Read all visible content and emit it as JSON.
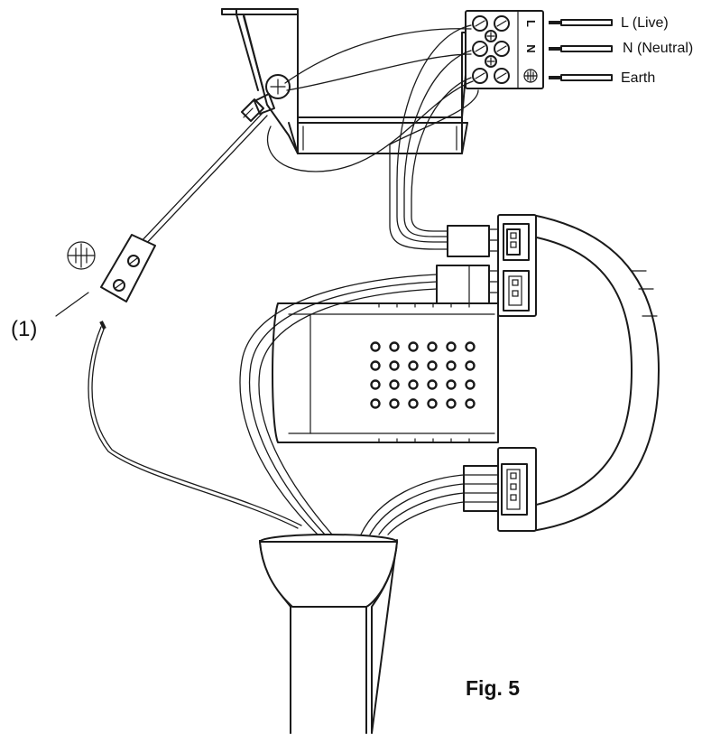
{
  "labels": {
    "live": "L (Live)",
    "neutral": "N (Neutral)",
    "earth": "Earth",
    "callout": "(1)",
    "figure": "Fig. 5",
    "terminal_l": "L",
    "terminal_n": "N"
  },
  "icons": [
    "earth-symbol-icon",
    "earth-symbol-icon"
  ]
}
